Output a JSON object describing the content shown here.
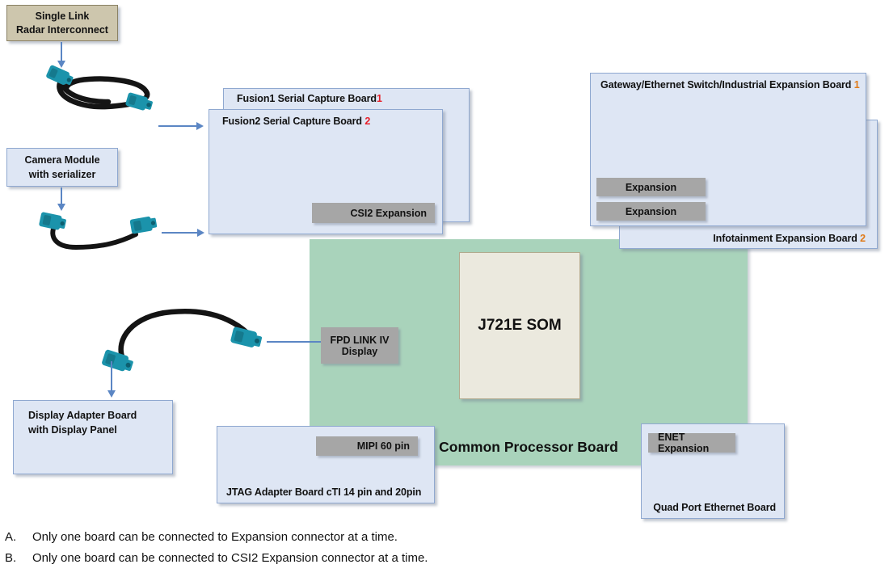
{
  "diagram": {
    "radar_box": {
      "line1": "Single Link",
      "line2": "Radar Interconnect"
    },
    "camera_box": {
      "line1": "Camera Module",
      "line2": "with serializer"
    },
    "display_adapter_box": {
      "line1": "Display Adapter Board",
      "line2": "with Display Panel"
    },
    "fusion1": {
      "title": "Fusion1 Serial Capture Board",
      "badge": "1"
    },
    "fusion2": {
      "title": "Fusion2 Serial Capture Board",
      "badge": "2"
    },
    "csi2_chip": "CSI2 Expansion",
    "gateway": {
      "title": "Gateway/Ethernet Switch/Industrial Expansion Board",
      "badge": "1"
    },
    "infotainment": {
      "title": "Infotainment Expansion Board",
      "badge": "2"
    },
    "expansion_chip_1": "Expansion",
    "expansion_chip_2": "Expansion",
    "common_board_label": "Common Processor Board",
    "som_label": "J721E SOM",
    "fpd_link_chip": {
      "line1": "FPD LINK IV",
      "line2": "Display"
    },
    "jtag_board": {
      "title": "JTAG Adapter Board  cTI 14 pin and 20pin",
      "chip": "MIPI 60 pin"
    },
    "ethernet_board": {
      "title": "Quad Port Ethernet Board",
      "chip": "ENET Expansion"
    }
  },
  "notes": [
    {
      "key": "A.",
      "text": "Only one board can be connected to Expansion connector at a time."
    },
    {
      "key": "B.",
      "text": "Only one board can be connected to CSI2 Expansion connector at a time."
    }
  ],
  "colors": {
    "board_fill": "#dee6f4",
    "board_border": "#8fa8d0",
    "green_board": "#a9d3bb",
    "som_fill": "#ebe9de",
    "tan_fill": "#cdc6ad",
    "chip_fill": "#a6a6a6",
    "arrow": "#5b86c4",
    "badge_red": "#e8202a",
    "badge_orange": "#e07a18",
    "connector_teal": "#1b93ab"
  }
}
